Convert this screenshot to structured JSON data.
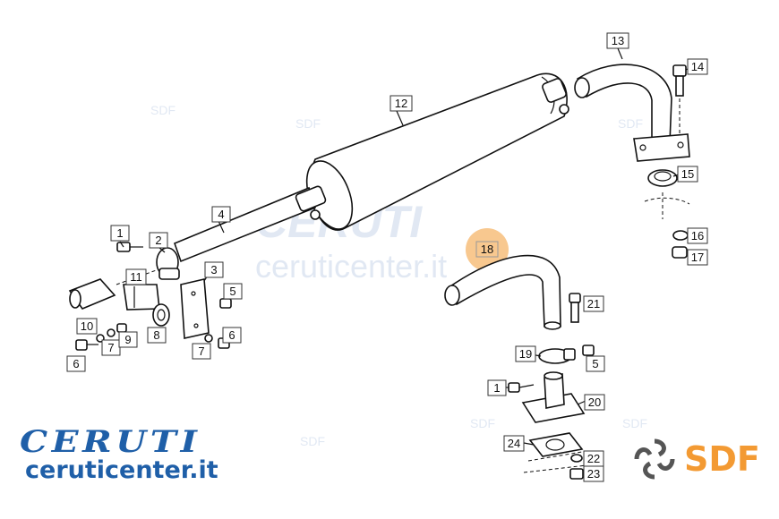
{
  "brand": {
    "name": "CERUTI",
    "url": "ceruticenter.it",
    "partner": "SDF"
  },
  "watermark": {
    "name": "CERUTI",
    "url": "ceruticenter.it",
    "small": "SDF"
  },
  "highlight": {
    "callout": "18",
    "color": "#f39a33"
  },
  "callouts": [
    "1",
    "2",
    "3",
    "4",
    "5",
    "6",
    "7",
    "8",
    "9",
    "10",
    "11",
    "12",
    "13",
    "14",
    "15",
    "16",
    "17",
    "18",
    "19",
    "20",
    "21",
    "22",
    "23",
    "24"
  ]
}
